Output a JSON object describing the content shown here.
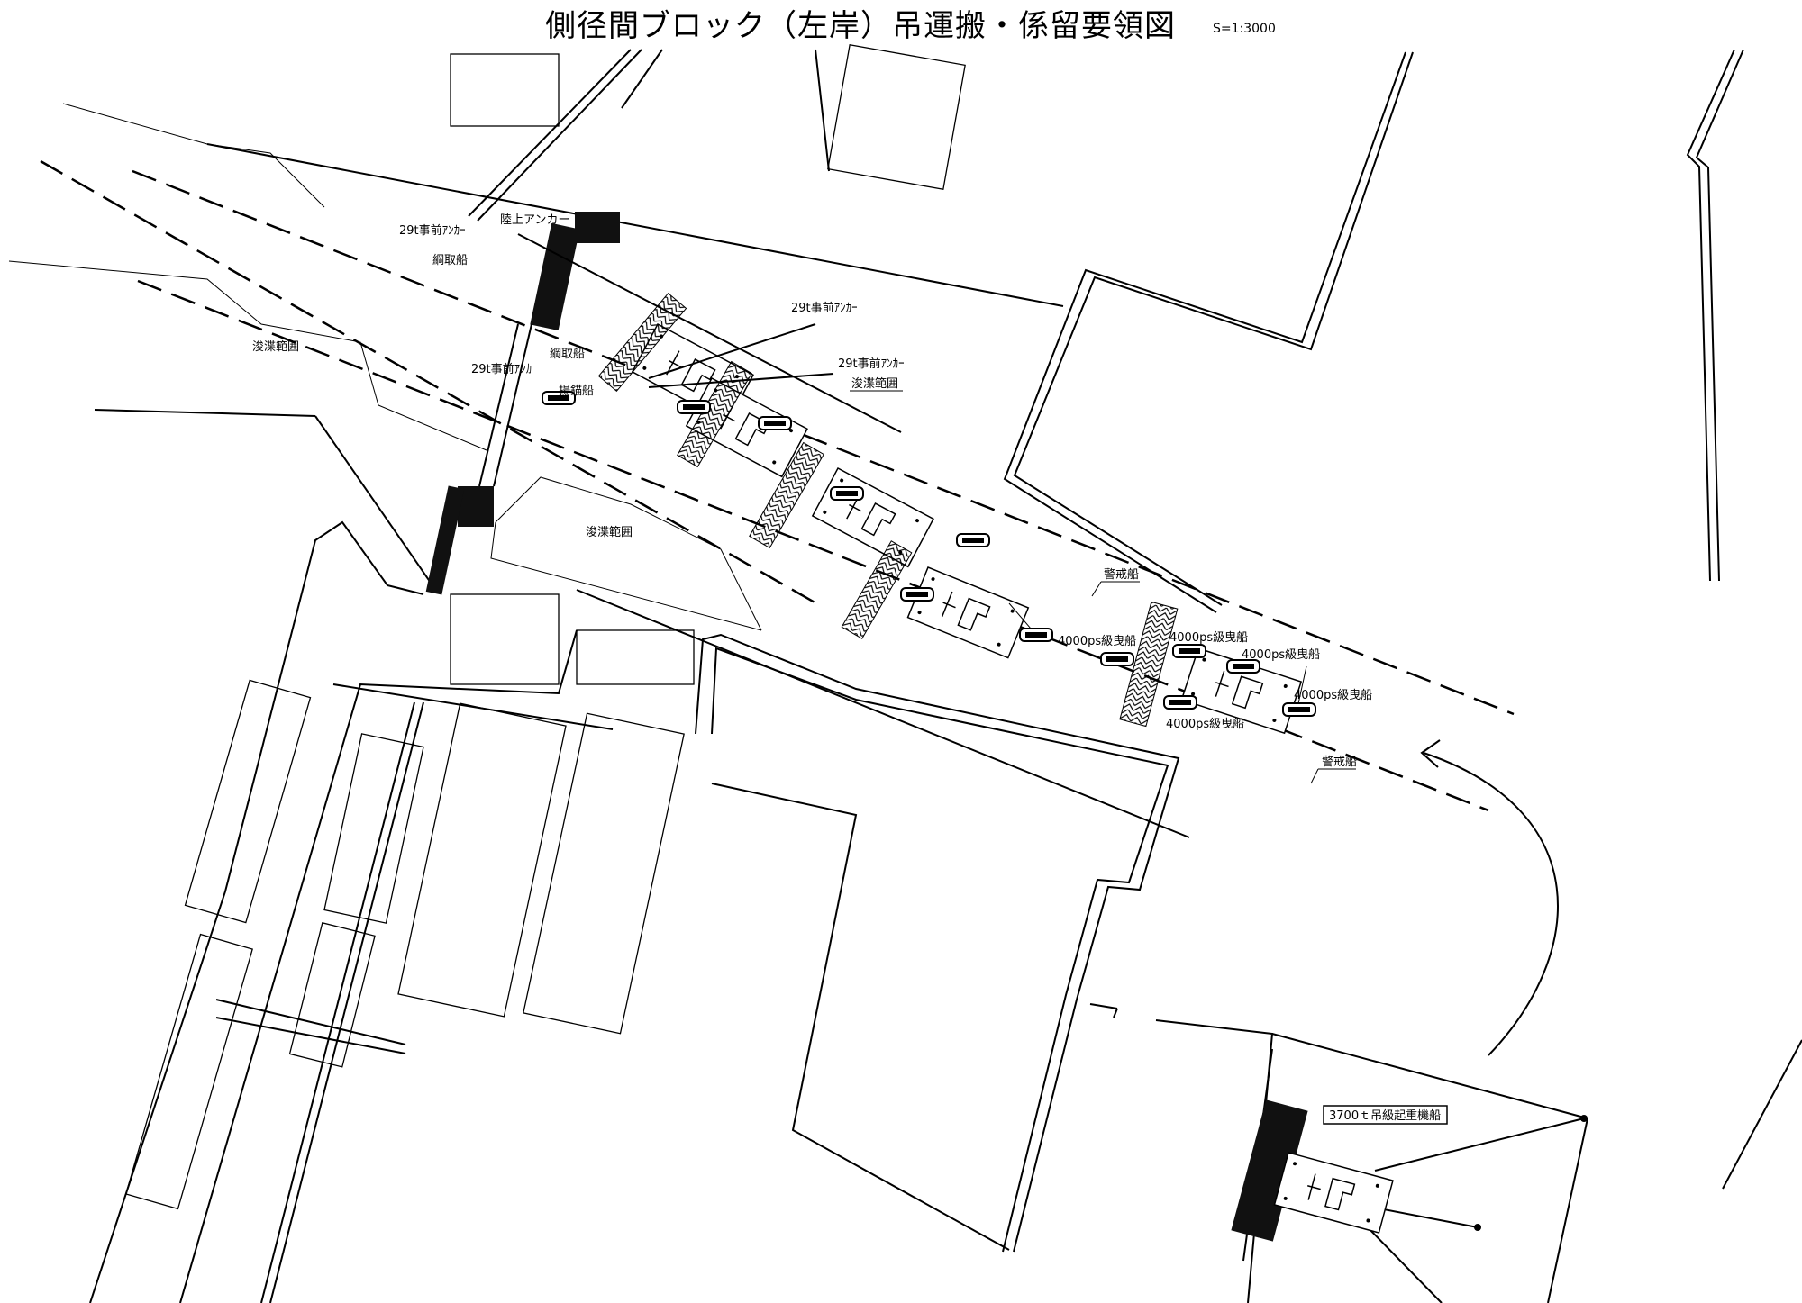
{
  "title": "側径間ブロック（左岸）吊運搬・係留要領図",
  "scale": "S=1:3000",
  "labels": {
    "land_anchor": "陸上アンカー",
    "anchor_29t_1": "29t事前ｱﾝｶｰ",
    "anchor_29t_2": "29t事前ｱﾝｶｰ",
    "anchor_29t_3": "29t事前ｱﾝｶｰ",
    "anchor_29t_4": "29t事前ｱﾝｶ",
    "line_boat_1": "綱取船",
    "line_boat_2": "綱取船",
    "anchor_boat": "揚錨船",
    "dredge_1": "浚渫範囲",
    "dredge_2": "浚渫範囲",
    "dredge_3": "浚渫範囲",
    "guard_1": "警戒船",
    "guard_2": "警戒船",
    "tug_1": "4000ps級曳船",
    "tug_2": "4000ps級曳船",
    "tug_3": "4000ps級曳船",
    "tug_4": "4000ps級曳船",
    "tug_5": "4000ps級曳船",
    "crane_barge": "3700ｔ吊級起重機船"
  }
}
